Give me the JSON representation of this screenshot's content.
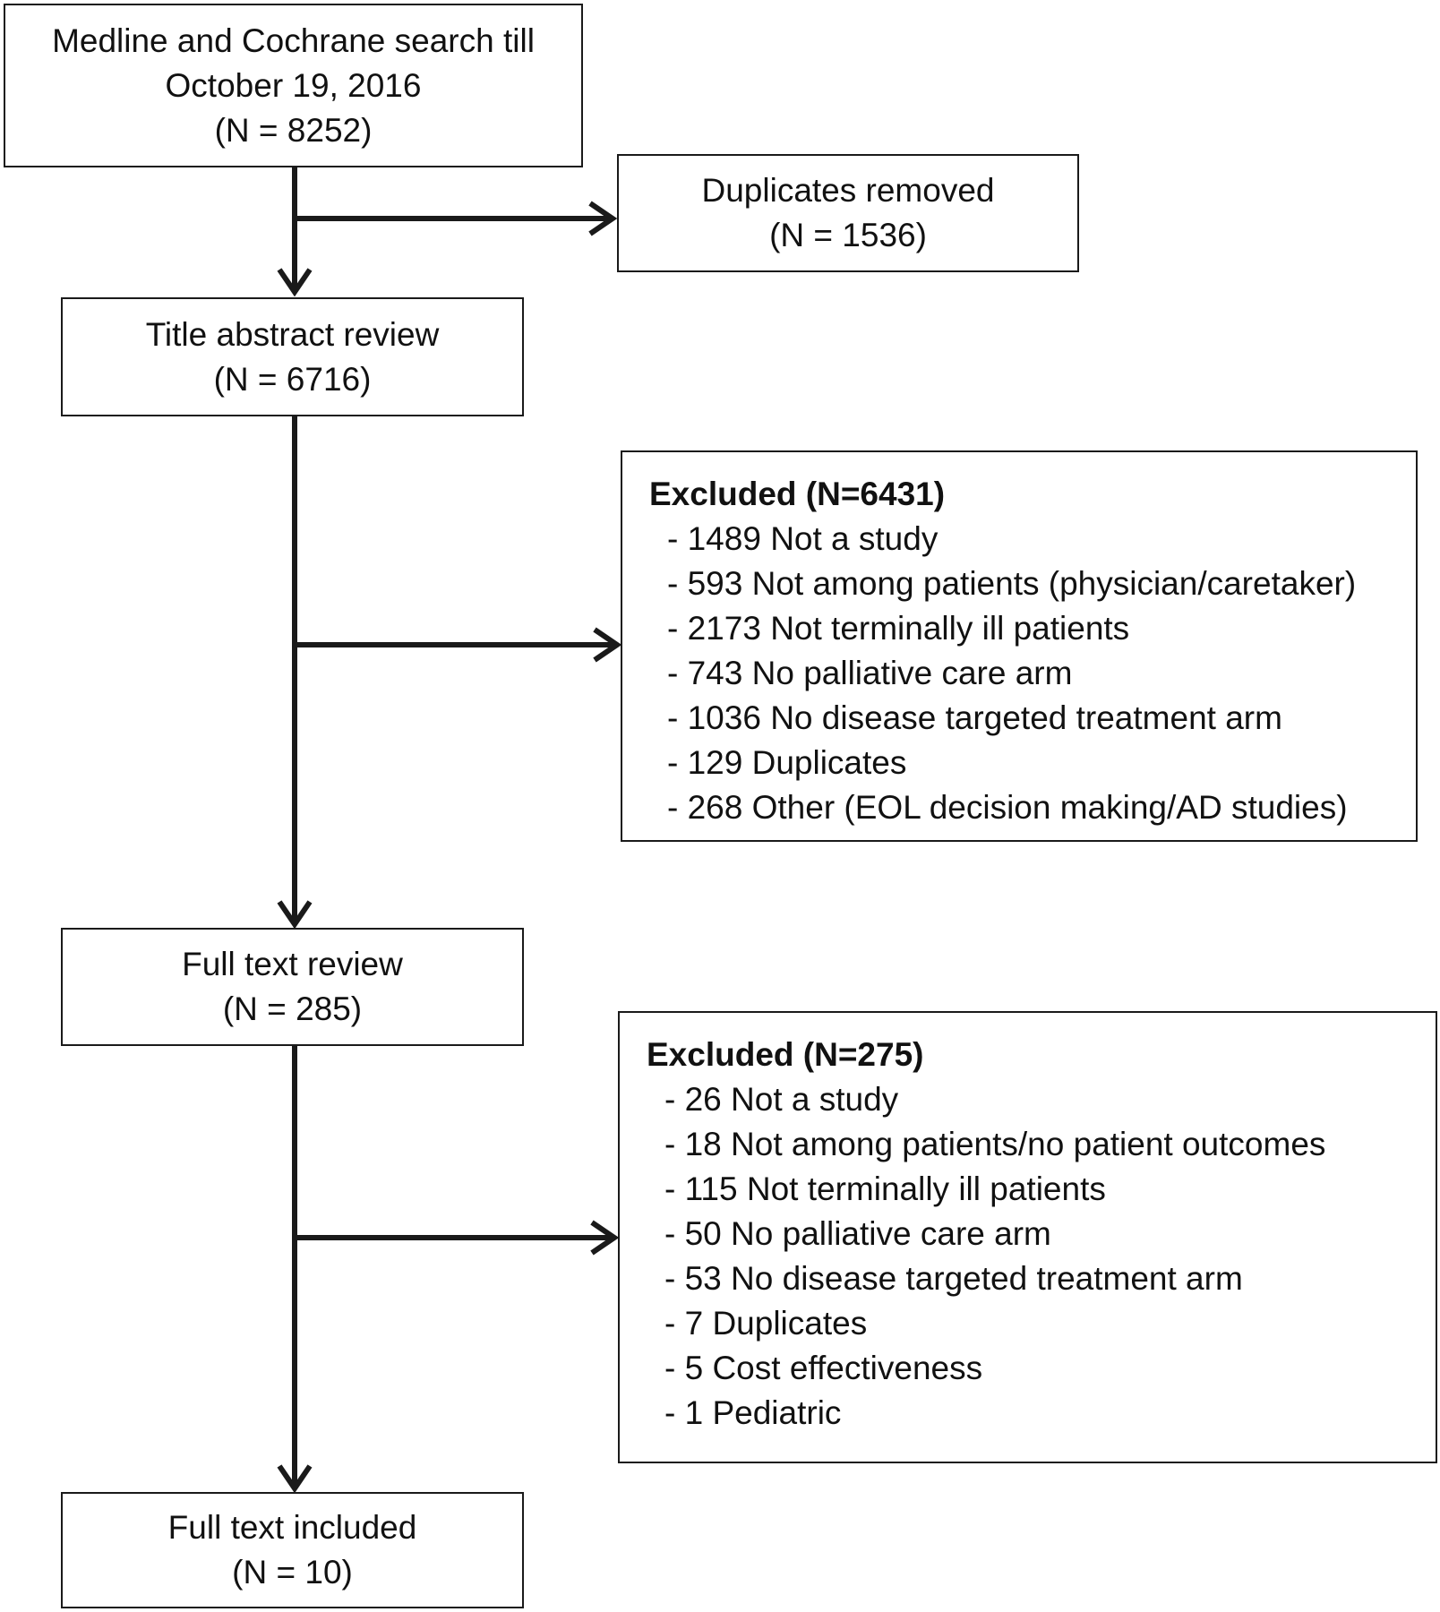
{
  "search": {
    "lines": [
      "Medline and Cochrane search till",
      "October 19, 2016",
      "(N = 8252)"
    ]
  },
  "duplicates": {
    "lines": [
      "Duplicates removed",
      "(N = 1536)"
    ]
  },
  "title_review": {
    "lines": [
      "Title abstract review",
      "(N = 6716)"
    ]
  },
  "excluded_1": {
    "heading": "Excluded (N=6431)",
    "items": [
      "- 1489 Not a study",
      "- 593 Not among patients (physician/caretaker)",
      "- 2173 Not terminally ill patients",
      "- 743 No palliative care arm",
      "- 1036 No disease targeted treatment arm",
      "- 129 Duplicates",
      "- 268 Other (EOL decision making/AD studies)"
    ]
  },
  "full_review": {
    "lines": [
      "Full text review",
      "(N = 285)"
    ]
  },
  "excluded_2": {
    "heading": "Excluded (N=275)",
    "items": [
      "- 26 Not a study",
      "- 18 Not among patients/no patient outcomes",
      "- 115 Not terminally ill patients",
      "- 50 No palliative care arm",
      "- 53 No disease targeted treatment arm",
      "- 7 Duplicates",
      "- 5 Cost effectiveness",
      "- 1 Pediatric"
    ]
  },
  "included": {
    "lines": [
      "Full text included",
      "(N = 10)"
    ]
  }
}
